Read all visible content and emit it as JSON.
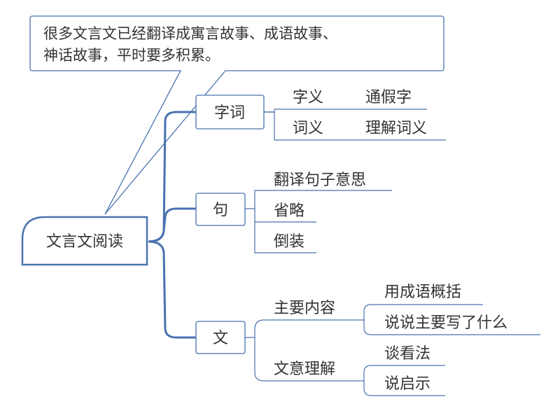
{
  "callout": {
    "line1": "很多文言文已经翻译成寓言故事、成语故事、",
    "line2": "神话故事，平时要多积累。"
  },
  "root": {
    "label": "文言文阅读"
  },
  "branches": {
    "ci": {
      "label": "字词",
      "item1": {
        "label": "字义",
        "sub": "通假字"
      },
      "item2": {
        "label": "词义",
        "sub": "理解词义"
      }
    },
    "ju": {
      "label": "句",
      "items": [
        "翻译句子意思",
        "省略",
        "倒装"
      ]
    },
    "wen": {
      "label": "文",
      "item1": {
        "label": "主要内容",
        "subs": [
          "用成语概括",
          "说说主要写了什么"
        ]
      },
      "item2": {
        "label": "文意理解",
        "subs": [
          "谈看法",
          "说启示"
        ]
      }
    }
  },
  "colors": {
    "line": "#4a72b0",
    "text": "#333333",
    "fill": "#ffffff"
  }
}
